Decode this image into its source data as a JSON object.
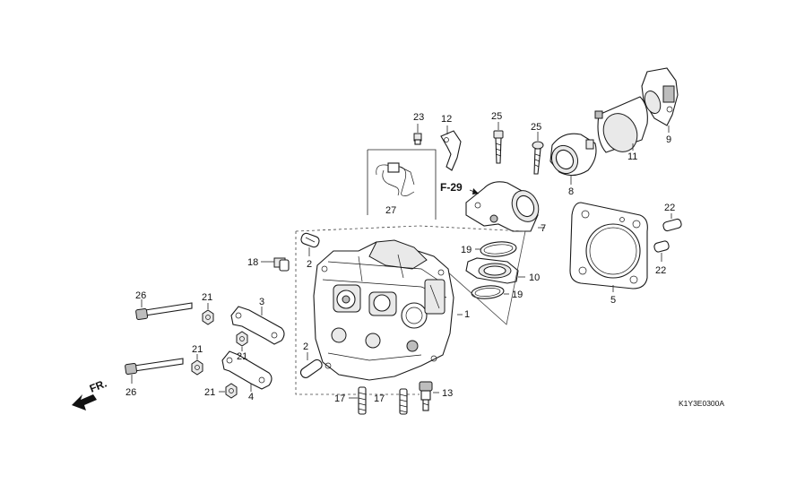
{
  "diagram_code": "K1Y3E0300A",
  "reference_label": "F-29",
  "direction_label": "FR.",
  "callouts": [
    {
      "id": "c1",
      "text": "1"
    },
    {
      "id": "c2a",
      "text": "2"
    },
    {
      "id": "c2b",
      "text": "2"
    },
    {
      "id": "c3",
      "text": "3"
    },
    {
      "id": "c4",
      "text": "4"
    },
    {
      "id": "c5",
      "text": "5"
    },
    {
      "id": "c7",
      "text": "7"
    },
    {
      "id": "c8",
      "text": "8"
    },
    {
      "id": "c9",
      "text": "9"
    },
    {
      "id": "c10",
      "text": "10"
    },
    {
      "id": "c11",
      "text": "11"
    },
    {
      "id": "c12",
      "text": "12"
    },
    {
      "id": "c13",
      "text": "13"
    },
    {
      "id": "c17a",
      "text": "17"
    },
    {
      "id": "c17b",
      "text": "17"
    },
    {
      "id": "c18",
      "text": "18"
    },
    {
      "id": "c19a",
      "text": "19"
    },
    {
      "id": "c19b",
      "text": "19"
    },
    {
      "id": "c21a",
      "text": "21"
    },
    {
      "id": "c21b",
      "text": "21"
    },
    {
      "id": "c21c",
      "text": "21"
    },
    {
      "id": "c21d",
      "text": "21"
    },
    {
      "id": "c22a",
      "text": "22"
    },
    {
      "id": "c22b",
      "text": "22"
    },
    {
      "id": "c23",
      "text": "23"
    },
    {
      "id": "c25a",
      "text": "25"
    },
    {
      "id": "c25b",
      "text": "25"
    },
    {
      "id": "c26a",
      "text": "26"
    },
    {
      "id": "c26b",
      "text": "26"
    },
    {
      "id": "c27",
      "text": "27"
    }
  ]
}
